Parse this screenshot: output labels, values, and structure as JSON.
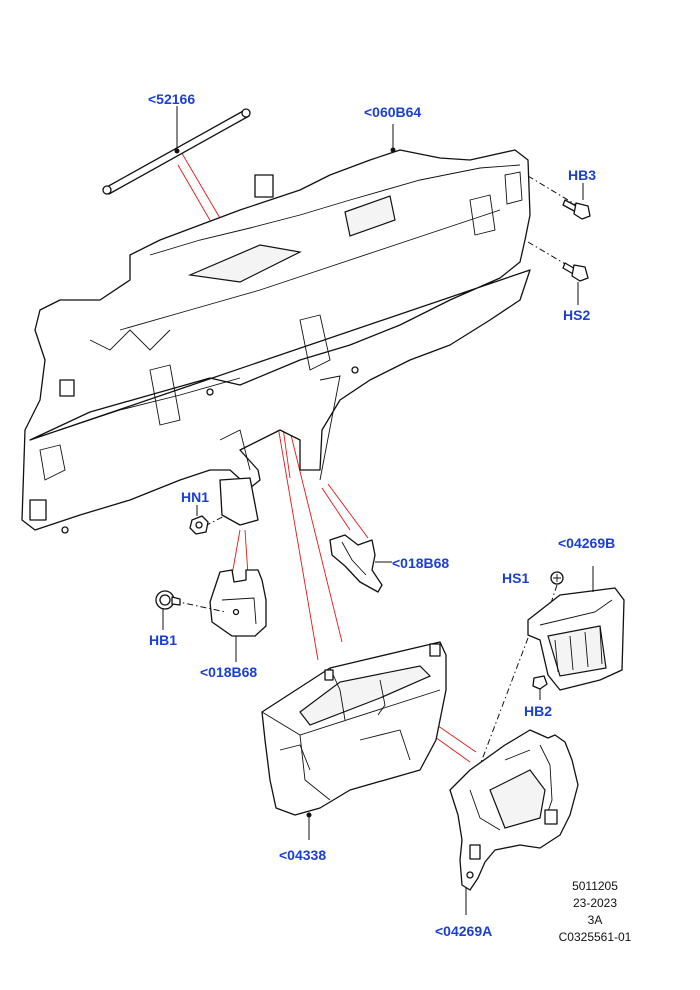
{
  "callouts": {
    "c52166": "<52166",
    "c060B64": "<060B64",
    "hb3": "HB3",
    "hs2": "HS2",
    "hn1": "HN1",
    "c018B68_right": "<018B68",
    "c04269B": "<04269B",
    "hs1": "HS1",
    "hb1": "HB1",
    "c018B68_left": "<018B68",
    "hb2": "HB2",
    "c04338": "<04338",
    "c04269A": "<04269A"
  },
  "meta": {
    "line1": "5011205",
    "line2": "23-2023",
    "line3": "3A",
    "line4": "C0325561-01"
  },
  "colors": {
    "callout": "#1a3fd6",
    "guide_line": "#e01818",
    "outline": "#111111"
  }
}
